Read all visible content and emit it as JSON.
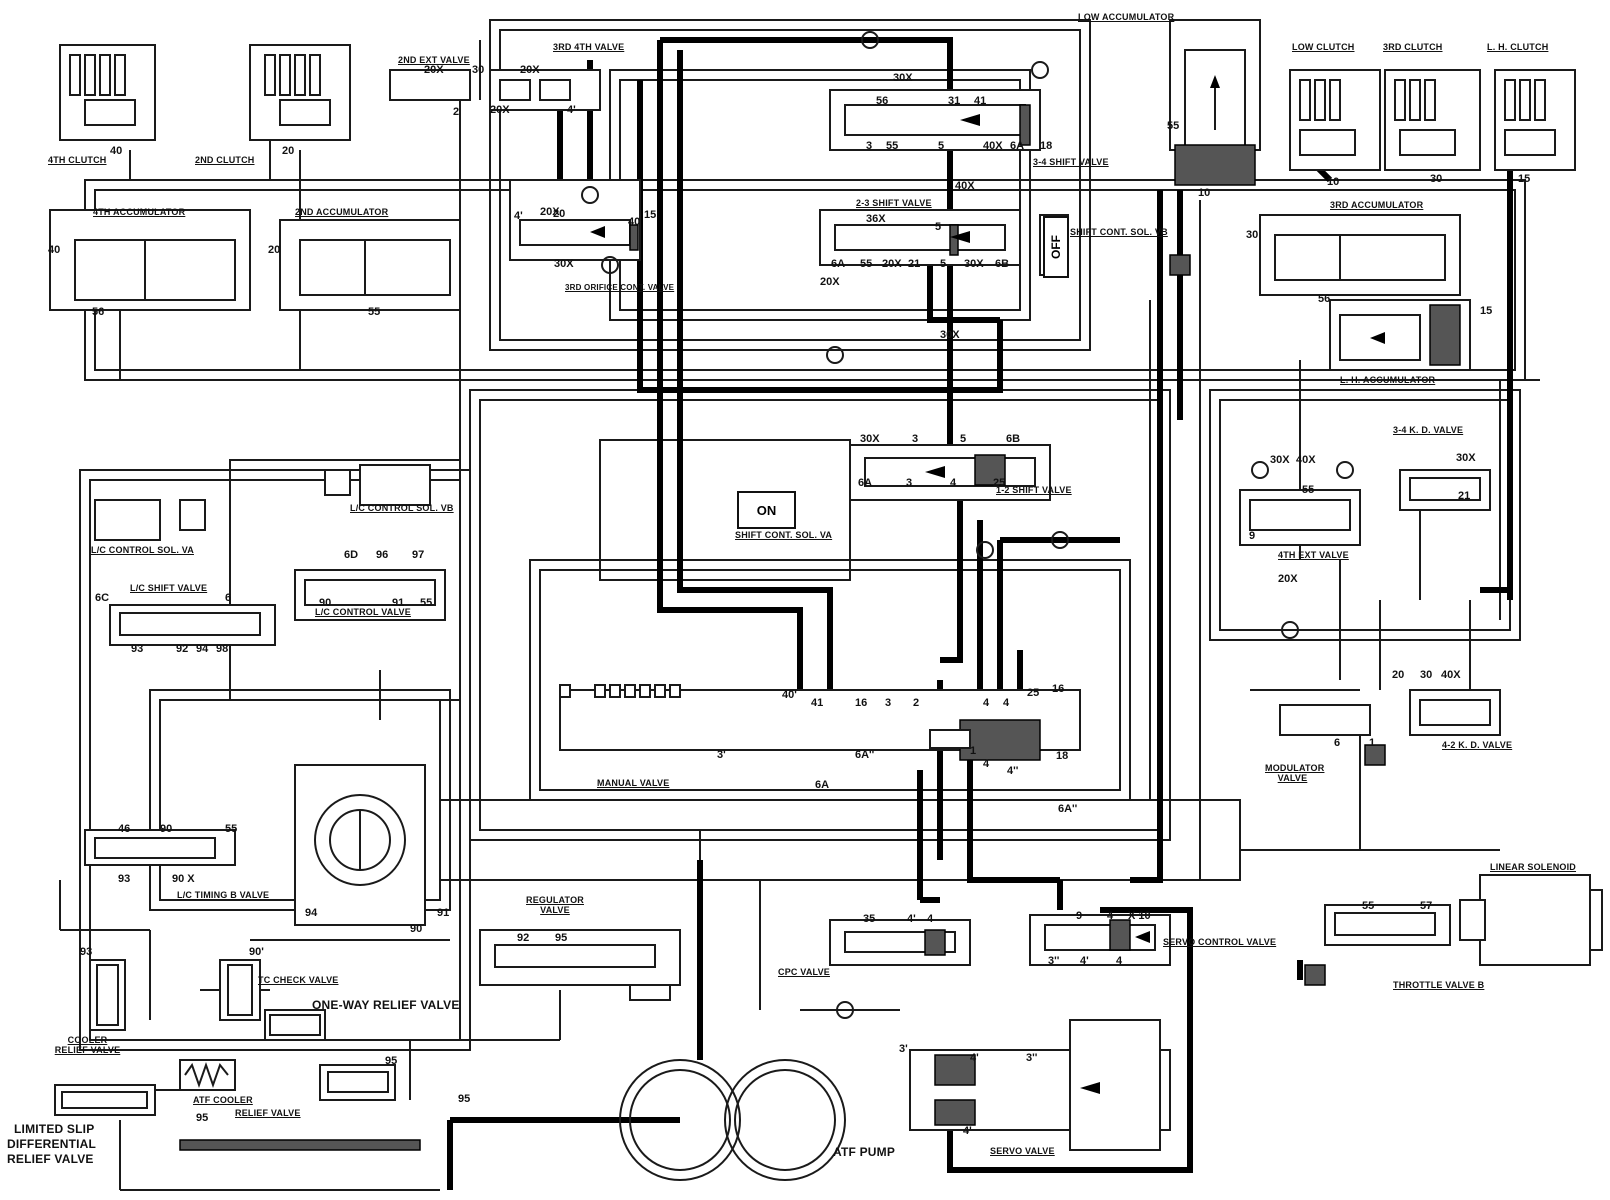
{
  "labels": {
    "low_accumulator": "LOW ACCUMULATOR",
    "second_ext_valve": "2ND EXT VALVE",
    "third_fourth_valve": "3RD 4TH VALVE",
    "low_clutch": "LOW CLUTCH",
    "third_clutch": "3RD CLUTCH",
    "l_h_clutch": "L. H. CLUTCH",
    "fourth_clutch": "4TH CLUTCH",
    "second_clutch": "2ND CLUTCH",
    "fourth_accumulator": "4TH ACCUMULATOR",
    "second_accumulator": "2ND ACCUMULATOR",
    "shift_valve_34": "3-4 SHIFT VALVE",
    "shift_valve_23": "2-3 SHIFT VALVE",
    "shift_cont_sol_vb": "SHIFT CONT. SOL. VB",
    "third_accumulator": "3RD ACCUMULATOR",
    "orifice_cont_valve": "3RD ORIFICE CONT. VALVE",
    "l_h_accumulator": "L. H. ACCUMULATOR",
    "kd_valve_34": "3-4 K. D. VALVE",
    "lc_control_sol_vb": "L/C CONTROL SOL. VB",
    "lc_control_sol_va": "L/C CONTROL SOL. VA",
    "shift_valve_12": "1-2 SHIFT VALVE",
    "shift_cont_sol_va": "SHIFT CONT. SOL. VA",
    "fourth_ext_valve": "4TH EXT VALVE",
    "lc_shift_valve": "L/C SHIFT VALVE",
    "lc_control_valve": "L/C CONTROL VALVE",
    "kd_valve_42": "4-2 K. D. VALVE",
    "manual_valve": "MANUAL VALVE",
    "modulator_valve": "MODULATOR VALVE",
    "lc_timing_b_valve": "L/C TIMING B VALVE",
    "regulator_valve": "REGULATOR VALVE",
    "linear_solenoid": "LINEAR SOLENOID",
    "cpc_valve": "CPC VALVE",
    "servo_control_valve": "SERVO CONTROL VALVE",
    "throttle_valve_b": "THROTTLE VALVE B",
    "tc_check_valve": "TC CHECK VALVE",
    "one_way_relief_valve": "ONE-WAY RELIEF VALVE",
    "cooler_relief_valve": "COOLER RELIEF VALVE",
    "atf_cooler": "ATF COOLER",
    "relief_valve": "RELIEF VALVE",
    "limited_slip_1": "LIMITED SLIP",
    "limited_slip_2": "DIFFERENTIAL",
    "limited_slip_3": "RELIEF VALVE",
    "atf_pump": "ATF PUMP",
    "servo_valve": "SERVO VALVE",
    "on": "ON",
    "off": "OFF"
  },
  "port_numbers": {
    "p40_4c": "40",
    "p20_2c": "20",
    "p40_acc": "40",
    "p56_acc": "56",
    "p20_acc": "20",
    "p55_acc": "55",
    "p20x_a": "20X",
    "p30_a": "30",
    "p20x_b": "20X",
    "p2_a": "2",
    "p20x_c": "20X",
    "p20x_d": "20X",
    "p4_a": "4'",
    "p4_b": "4'",
    "p20_b": "20",
    "p40_b": "40",
    "p15_a": "15",
    "p30x_a": "30X",
    "p30x_b": "30X",
    "p56_b": "56",
    "p31": "31",
    "p41": "41",
    "p3_a": "3",
    "p55_b": "55",
    "p5_a": "5",
    "p40x_a": "40X",
    "p6a_a": "6A",
    "p18_a": "18",
    "p40x_b": "40X",
    "p36x": "36X",
    "p5_b": "5",
    "p6a_b": "6A",
    "p55_c": "55",
    "p20x_e": "20X",
    "p21": "21",
    "p5_c": "5",
    "p30x_c": "30X",
    "p6b_a": "6B",
    "p20x_f": "20X",
    "p55_d": "55",
    "p10_a": "10",
    "p10_b": "10",
    "p30_b": "30",
    "p15_b": "15",
    "p30_c": "30",
    "p56_c": "56",
    "p15_c": "15",
    "p30x_d": "30X",
    "p30x_e": "30X",
    "p3_b": "3",
    "p5_d": "5",
    "p6b_b": "6B",
    "p6a_c": "6A",
    "p3_c": "3",
    "p4_c": "4",
    "p25_a": "25",
    "p30x_f": "30X",
    "p40x_c": "40X",
    "p55_e": "55",
    "p9": "9",
    "p20x_g": "20X",
    "p30x_g": "30X",
    "p21b": "21",
    "p6d": "6D",
    "p96": "96",
    "p97": "97",
    "p6c": "6C",
    "p6_a": "6",
    "p90_a": "90",
    "p91_a": "91",
    "p55_f": "55",
    "p93_a": "93",
    "p92_a": "92",
    "p94_a": "94",
    "p98": "98",
    "p20_c": "20",
    "p30_d": "30",
    "p40x_d": "40X",
    "p40_c": "40'",
    "p41_b": "41",
    "p16_a": "16",
    "p3_d": "3",
    "p2_b": "2",
    "p4_d": "4",
    "p4_e": "4",
    "p25_b": "25",
    "p16_b": "16",
    "p3_e": "3'",
    "p6a_d": "6A''",
    "p6a_e": "6A",
    "p1_a": "1",
    "p4_f": "4",
    "p4_g": "4''",
    "p18_b": "18",
    "p6a_f": "6A''",
    "p6_b": "6",
    "p1_b": "1",
    "p46": "46",
    "p90_b": "90",
    "p55_g": "55",
    "p93_b": "93",
    "p90x": "90 X",
    "p94_b": "94",
    "p91_b": "91",
    "p90_c": "90",
    "p92_b": "92",
    "p95_a": "95",
    "p93_c": "93",
    "p90_d": "90'",
    "p35": "35",
    "p4_h": "4'",
    "p4_i": "4",
    "p9_b": "9",
    "p4_j": "4",
    "p10_c": "X 10",
    "p3_f": "3''",
    "p4_k": "4'",
    "p4_l": "4",
    "p55_h": "55",
    "p57": "57",
    "p95_b": "95",
    "p95_c": "95",
    "p95_d": "95",
    "p3_g": "3'",
    "p4_m": "4'",
    "p3_h": "3''",
    "p4_n": "4'"
  }
}
